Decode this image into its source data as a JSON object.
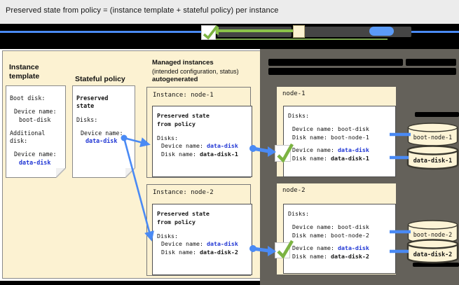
{
  "title": "Preserved state from policy = (instance template + stateful policy) per instance",
  "legend": {
    "icons": [
      "check-icon",
      "green-arrow-icon",
      "beige-swatch-icon",
      "blue-link-icon"
    ]
  },
  "template_doc": {
    "label": "Instance template",
    "boot_heading": "Boot disk:",
    "device_label1": "Device name:",
    "boot_value": "boot-disk",
    "additional_l1": "Additional",
    "additional_l2": "disk:",
    "device_label2": "Device name:",
    "data_value": "data-disk"
  },
  "policy_doc": {
    "label": "Stateful policy",
    "heading_l1": "Preserved",
    "heading_l2": "state",
    "disks": "Disks:",
    "device_label": "Device name:",
    "device_value": "data-disk"
  },
  "managed": {
    "heading1": "Managed instances",
    "heading2": "(intended configuration, status)",
    "heading3": "autogenerated",
    "instances": [
      {
        "title": "Instance: node-1",
        "ps1": "Preserved state",
        "ps2": "from policy",
        "disks": "Disks:",
        "device_label": "Device name:",
        "device_value": "data-disk",
        "disk_label": "Disk name:",
        "disk_value": "data-disk-1"
      },
      {
        "title": "Instance: node-2",
        "ps1": "Preserved state",
        "ps2": "from policy",
        "disks": "Disks:",
        "device_label": "Device name:",
        "device_value": "data-disk",
        "disk_label": "Disk name:",
        "disk_value": "data-disk-2"
      }
    ]
  },
  "vm_panel": {
    "vms": [
      {
        "name": "node-1",
        "disks": "Disks:",
        "boot_device_label": "Device name:",
        "boot_device_value": "boot-disk",
        "boot_disk_label": "Disk name:",
        "boot_disk_value": "boot-node-1",
        "data_device_label": "Device name:",
        "data_device_value": "data-disk",
        "data_disk_label": "Disk name:",
        "data_disk_value": "data-disk-1",
        "cylinders": [
          {
            "label": "boot-node-1"
          },
          {
            "label": "data-disk-1"
          }
        ]
      },
      {
        "name": "node-2",
        "disks": "Disks:",
        "boot_device_label": "Device name:",
        "boot_device_value": "boot-disk",
        "boot_disk_label": "Disk name:",
        "boot_disk_value": "boot-node-2",
        "data_device_label": "Device name:",
        "data_device_value": "data-disk",
        "data_disk_label": "Disk name:",
        "data_disk_value": "data-disk-2",
        "cylinders": [
          {
            "label": "boot-node-2"
          },
          {
            "label": "data-disk-2"
          }
        ]
      }
    ]
  },
  "colors": {
    "beige": "#fcf2d2",
    "panel_dark": "#64615a",
    "link_blue": "#2036d4",
    "connector_blue": "#4a8af4",
    "check_green": "#7cb342",
    "band_black": "#000000"
  }
}
